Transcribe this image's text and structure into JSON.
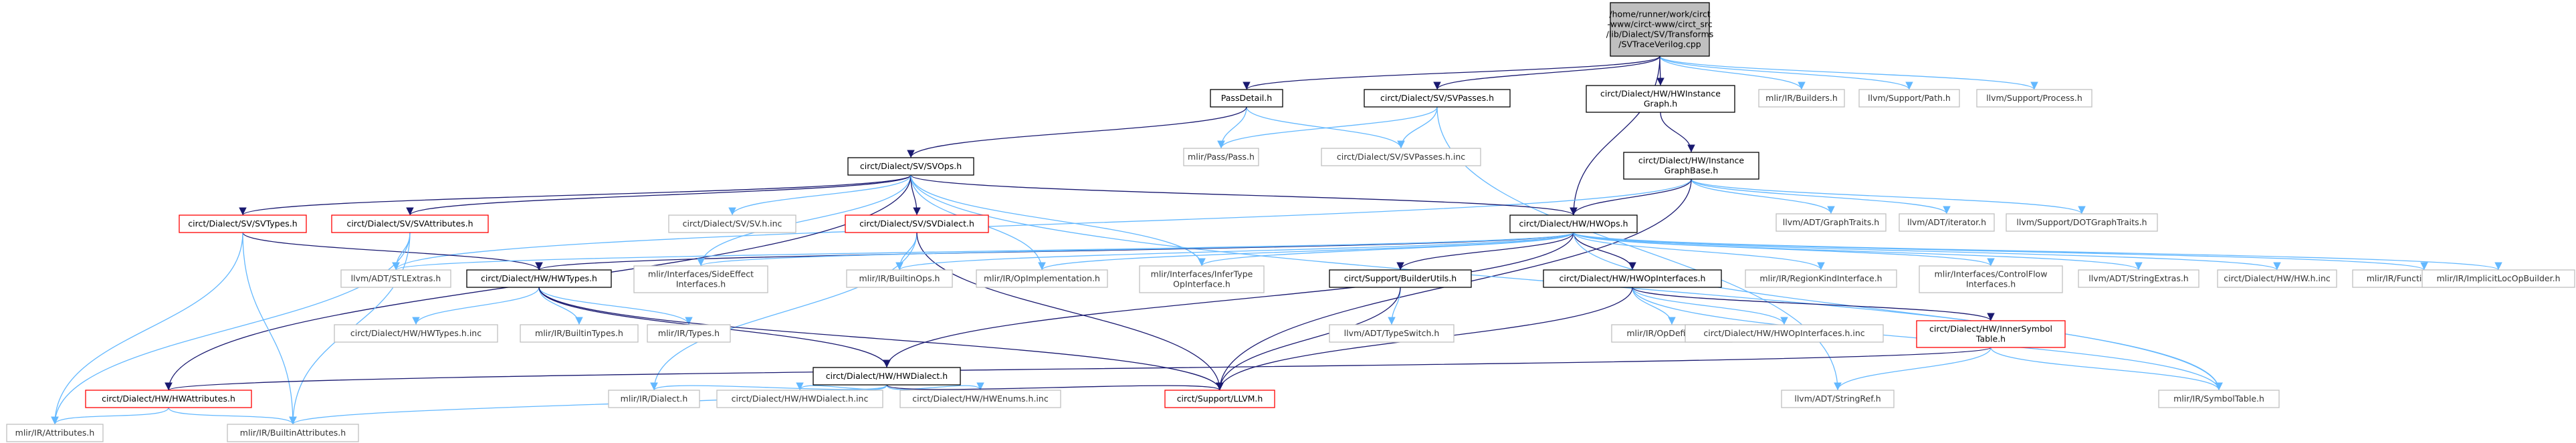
{
  "colors": {
    "background": "#ffffff",
    "root_fill": "#bfbfbf",
    "node_border": "#000000",
    "warn_border": "#ff0000",
    "external_border": "#bfbfbf",
    "edge_dark": "#191970",
    "edge_light": "#63b8ff"
  },
  "nodes": [
    {
      "id": "root",
      "lines": [
        "/home/runner/work/circt",
        "-www/circt-www/circt_src",
        "/lib/Dialect/SV/Transforms",
        "/SVTraceVerilog.cpp"
      ],
      "style": "root"
    },
    {
      "id": "passdetail",
      "lines": [
        "PassDetail.h"
      ],
      "style": "normal"
    },
    {
      "id": "svpasses",
      "lines": [
        "circt/Dialect/SV/SVPasses.h"
      ],
      "style": "normal"
    },
    {
      "id": "instgraph",
      "lines": [
        "circt/Dialect/HW/HWInstance",
        "Graph.h"
      ],
      "style": "normal"
    },
    {
      "id": "builders",
      "lines": [
        "mlir/IR/Builders.h"
      ],
      "style": "external"
    },
    {
      "id": "path",
      "lines": [
        "llvm/Support/Path.h"
      ],
      "style": "external"
    },
    {
      "id": "process",
      "lines": [
        "llvm/Support/Process.h"
      ],
      "style": "external"
    },
    {
      "id": "pass",
      "lines": [
        "mlir/Pass/Pass.h"
      ],
      "style": "external"
    },
    {
      "id": "svpassesinc",
      "lines": [
        "circt/Dialect/SV/SVPasses.h.inc"
      ],
      "style": "external"
    },
    {
      "id": "instgraphbase",
      "lines": [
        "circt/Dialect/HW/Instance",
        "GraphBase.h"
      ],
      "style": "normal"
    },
    {
      "id": "svops",
      "lines": [
        "circt/Dialect/SV/SVOps.h"
      ],
      "style": "normal"
    },
    {
      "id": "graphtraits",
      "lines": [
        "llvm/ADT/GraphTraits.h"
      ],
      "style": "external"
    },
    {
      "id": "iterator",
      "lines": [
        "llvm/ADT/iterator.h"
      ],
      "style": "external"
    },
    {
      "id": "dotgraph",
      "lines": [
        "llvm/Support/DOTGraphTraits.h"
      ],
      "style": "external"
    },
    {
      "id": "svtypes",
      "lines": [
        "circt/Dialect/SV/SVTypes.h"
      ],
      "style": "warn"
    },
    {
      "id": "svattrs",
      "lines": [
        "circt/Dialect/SV/SVAttributes.h"
      ],
      "style": "warn"
    },
    {
      "id": "svhinc",
      "lines": [
        "circt/Dialect/SV/SV.h.inc"
      ],
      "style": "external"
    },
    {
      "id": "svdialect",
      "lines": [
        "circt/Dialect/SV/SVDialect.h"
      ],
      "style": "warn"
    },
    {
      "id": "hwops",
      "lines": [
        "circt/Dialect/HW/HWOps.h"
      ],
      "style": "normal"
    },
    {
      "id": "stlextras",
      "lines": [
        "llvm/ADT/STLExtras.h"
      ],
      "style": "external"
    },
    {
      "id": "sideeffect",
      "lines": [
        "mlir/Interfaces/SideEffect",
        "Interfaces.h"
      ],
      "style": "external"
    },
    {
      "id": "hwtypes",
      "lines": [
        "circt/Dialect/HW/HWTypes.h"
      ],
      "style": "normal"
    },
    {
      "id": "builtinops",
      "lines": [
        "mlir/IR/BuiltinOps.h"
      ],
      "style": "external"
    },
    {
      "id": "opimpl",
      "lines": [
        "mlir/IR/OpImplementation.h"
      ],
      "style": "external"
    },
    {
      "id": "infertype",
      "lines": [
        "mlir/Interfaces/InferType",
        "OpInterface.h"
      ],
      "style": "external"
    },
    {
      "id": "builderutils",
      "lines": [
        "circt/Support/BuilderUtils.h"
      ],
      "style": "normal"
    },
    {
      "id": "hwopinterfaces",
      "lines": [
        "circt/Dialect/HW/HWOpInterfaces.h"
      ],
      "style": "normal"
    },
    {
      "id": "regionkind",
      "lines": [
        "mlir/IR/RegionKindInterface.h"
      ],
      "style": "external"
    },
    {
      "id": "controlflow",
      "lines": [
        "mlir/Interfaces/ControlFlow",
        "Interfaces.h"
      ],
      "style": "external"
    },
    {
      "id": "stringextras",
      "lines": [
        "llvm/ADT/StringExtras.h"
      ],
      "style": "external"
    },
    {
      "id": "hwhinc",
      "lines": [
        "circt/Dialect/HW/HW.h.inc"
      ],
      "style": "external"
    },
    {
      "id": "funcinterfaces",
      "lines": [
        "mlir/IR/FunctionInterfaces.h"
      ],
      "style": "external"
    },
    {
      "id": "implicitloc",
      "lines": [
        "mlir/IR/ImplicitLocOpBuilder.h"
      ],
      "style": "external"
    },
    {
      "id": "hwtypeshinc",
      "lines": [
        "circt/Dialect/HW/HWTypes.h.inc"
      ],
      "style": "external"
    },
    {
      "id": "builtintypes",
      "lines": [
        "mlir/IR/BuiltinTypes.h"
      ],
      "style": "external"
    },
    {
      "id": "types",
      "lines": [
        "mlir/IR/Types.h"
      ],
      "style": "external"
    },
    {
      "id": "typeswitch",
      "lines": [
        "llvm/ADT/TypeSwitch.h"
      ],
      "style": "external"
    },
    {
      "id": "opdefinition",
      "lines": [
        "mlir/IR/OpDefinition.h"
      ],
      "style": "external"
    },
    {
      "id": "hwopinterfacesinc",
      "lines": [
        "circt/Dialect/HW/HWOpInterfaces.h.inc"
      ],
      "style": "external"
    },
    {
      "id": "innersymbol",
      "lines": [
        "circt/Dialect/HW/InnerSymbol",
        "Table.h"
      ],
      "style": "warn"
    },
    {
      "id": "hwdialect",
      "lines": [
        "circt/Dialect/HW/HWDialect.h"
      ],
      "style": "normal"
    },
    {
      "id": "hwattributes",
      "lines": [
        "circt/Dialect/HW/HWAttributes.h"
      ],
      "style": "warn"
    },
    {
      "id": "dialect",
      "lines": [
        "mlir/IR/Dialect.h"
      ],
      "style": "external"
    },
    {
      "id": "hwdialecthinc",
      "lines": [
        "circt/Dialect/HW/HWDialect.h.inc"
      ],
      "style": "external"
    },
    {
      "id": "hwenums",
      "lines": [
        "circt/Dialect/HW/HWEnums.h.inc"
      ],
      "style": "external"
    },
    {
      "id": "llvmh",
      "lines": [
        "circt/Support/LLVM.h"
      ],
      "style": "warn"
    },
    {
      "id": "stringref",
      "lines": [
        "llvm/ADT/StringRef.h"
      ],
      "style": "external"
    },
    {
      "id": "symboltable",
      "lines": [
        "mlir/IR/SymbolTable.h"
      ],
      "style": "external"
    },
    {
      "id": "attributes",
      "lines": [
        "mlir/IR/Attributes.h"
      ],
      "style": "external"
    },
    {
      "id": "builtinattrs",
      "lines": [
        "mlir/IR/BuiltinAttributes.h"
      ],
      "style": "external"
    }
  ],
  "edges": [
    [
      "root",
      "passdetail"
    ],
    [
      "root",
      "svpasses"
    ],
    [
      "root",
      "instgraph"
    ],
    [
      "root",
      "builders"
    ],
    [
      "root",
      "path"
    ],
    [
      "root",
      "process"
    ],
    [
      "root",
      "hwops"
    ],
    [
      "passdetail",
      "pass"
    ],
    [
      "passdetail",
      "svpassesinc"
    ],
    [
      "passdetail",
      "svops"
    ],
    [
      "svpasses",
      "pass"
    ],
    [
      "svpasses",
      "svpassesinc"
    ],
    [
      "svpasses",
      "stringref"
    ],
    [
      "instgraph",
      "instgraphbase"
    ],
    [
      "instgraphbase",
      "graphtraits"
    ],
    [
      "instgraphbase",
      "iterator"
    ],
    [
      "instgraphbase",
      "dotgraph"
    ],
    [
      "instgraphbase",
      "hwops"
    ],
    [
      "instgraphbase",
      "stlextras"
    ],
    [
      "instgraphbase",
      "llvmh"
    ],
    [
      "svops",
      "svtypes"
    ],
    [
      "svops",
      "svattrs"
    ],
    [
      "svops",
      "svhinc"
    ],
    [
      "svops",
      "svdialect"
    ],
    [
      "svops",
      "hwops"
    ],
    [
      "svops",
      "sideeffect"
    ],
    [
      "svops",
      "opimpl"
    ],
    [
      "svops",
      "infertype"
    ],
    [
      "svops",
      "hwattributes"
    ],
    [
      "svops",
      "symboltable"
    ],
    [
      "svtypes",
      "hwtypes"
    ],
    [
      "svtypes",
      "attributes"
    ],
    [
      "svtypes",
      "builtinattrs"
    ],
    [
      "svattrs",
      "stlextras"
    ],
    [
      "svattrs",
      "builtinattrs"
    ],
    [
      "svattrs",
      "attributes"
    ],
    [
      "svdialect",
      "builtinops"
    ],
    [
      "svdialect",
      "dialect"
    ],
    [
      "svdialect",
      "llvmh"
    ],
    [
      "hwops",
      "hwtypes"
    ],
    [
      "hwops",
      "sideeffect"
    ],
    [
      "hwops",
      "builtinops"
    ],
    [
      "hwops",
      "opimpl"
    ],
    [
      "hwops",
      "infertype"
    ],
    [
      "hwops",
      "builderutils"
    ],
    [
      "hwops",
      "hwopinterfaces"
    ],
    [
      "hwops",
      "regionkind"
    ],
    [
      "hwops",
      "controlflow"
    ],
    [
      "hwops",
      "stringextras"
    ],
    [
      "hwops",
      "hwhinc"
    ],
    [
      "hwops",
      "funcinterfaces"
    ],
    [
      "hwops",
      "implicitloc"
    ],
    [
      "hwops",
      "hwdialect"
    ],
    [
      "hwops",
      "stlextras"
    ],
    [
      "hwops",
      "symboltable"
    ],
    [
      "hwtypes",
      "hwtypeshinc"
    ],
    [
      "hwtypes",
      "builtintypes"
    ],
    [
      "hwtypes",
      "types"
    ],
    [
      "hwtypes",
      "hwdialect"
    ],
    [
      "hwtypes",
      "llvmh"
    ],
    [
      "builderutils",
      "typeswitch"
    ],
    [
      "builderutils",
      "llvmh"
    ],
    [
      "hwopinterfaces",
      "opdefinition"
    ],
    [
      "hwopinterfaces",
      "hwopinterfacesinc"
    ],
    [
      "hwopinterfaces",
      "innersymbol"
    ],
    [
      "hwopinterfaces",
      "symboltable"
    ],
    [
      "hwopinterfaces",
      "llvmh"
    ],
    [
      "innersymbol",
      "hwattributes"
    ],
    [
      "innersymbol",
      "stringref"
    ],
    [
      "innersymbol",
      "symboltable"
    ],
    [
      "hwdialect",
      "dialect"
    ],
    [
      "hwdialect",
      "hwdialecthinc"
    ],
    [
      "hwdialect",
      "hwenums"
    ],
    [
      "hwdialect",
      "llvmh"
    ],
    [
      "hwdialect",
      "builtinattrs"
    ],
    [
      "hwattributes",
      "attributes"
    ],
    [
      "hwattributes",
      "builtinattrs"
    ]
  ]
}
